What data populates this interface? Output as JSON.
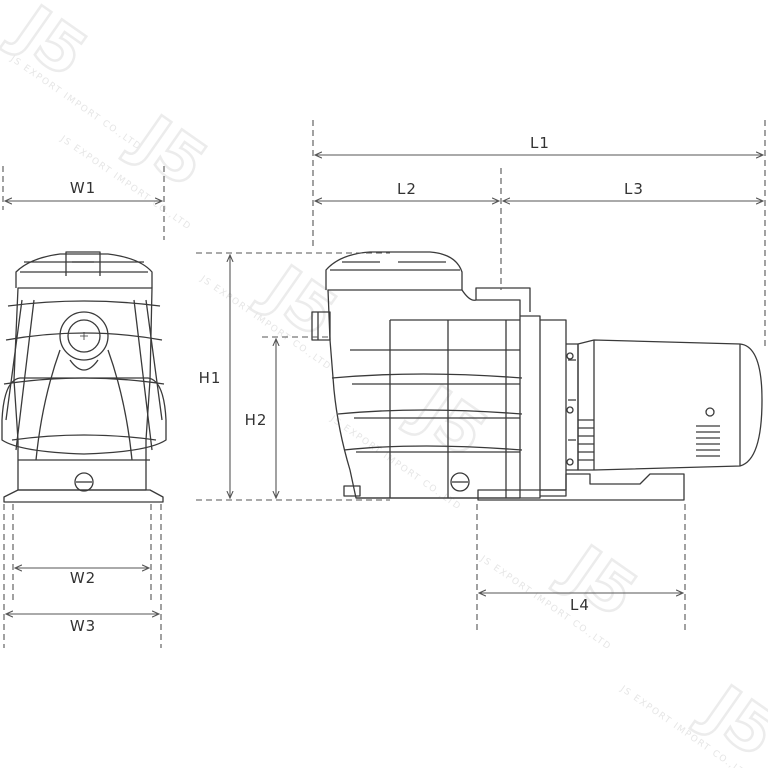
{
  "dimensions": {
    "w1": "W1",
    "w2": "W2",
    "w3": "W3",
    "h1": "H1",
    "h2": "H2",
    "l1": "L1",
    "l2": "L2",
    "l3": "L3",
    "l4": "L4"
  },
  "watermark": {
    "logo": "J5",
    "text": "JS EXPORT IMPORT CO.,LTD"
  },
  "colors": {
    "line": "#3a3a3a",
    "dim_line": "#555555",
    "text": "#333333",
    "watermark": "#e8e8e8"
  }
}
